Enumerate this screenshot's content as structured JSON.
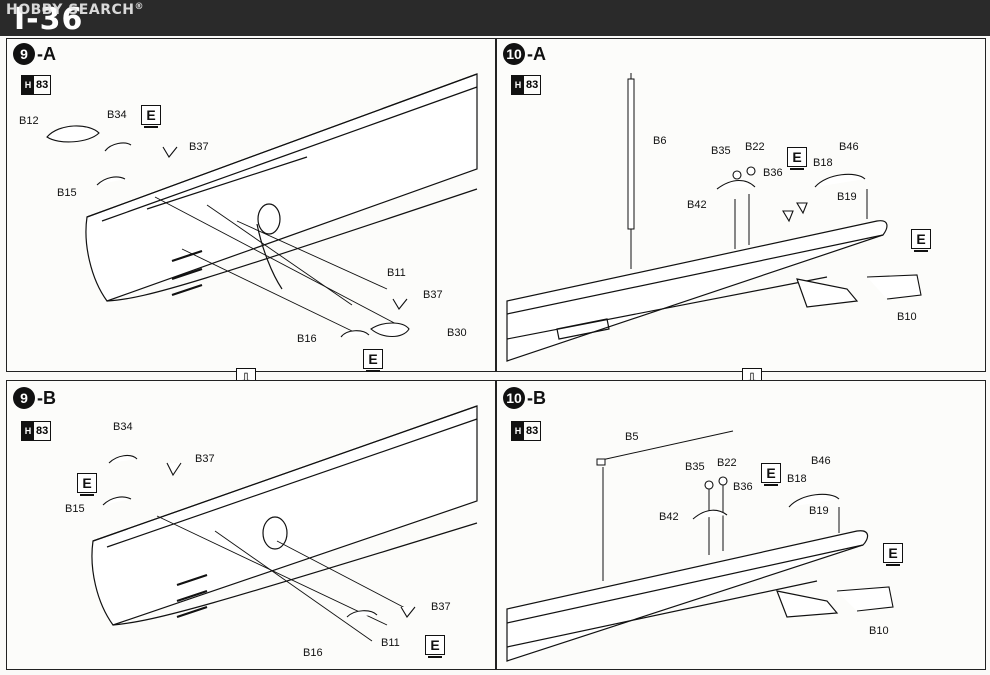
{
  "header": {
    "title": "I-36",
    "watermark": "HOBBY SEARCH",
    "watermark_mark": "®"
  },
  "paint_ref": "83",
  "paint_prefix": "H",
  "panels": {
    "p9a": {
      "step_num": "9",
      "step_suffix": "-A",
      "labels": {
        "b12": "B12",
        "b34": "B34",
        "b37a": "B37",
        "b15": "B15",
        "b11": "B11",
        "b37b": "B37",
        "b16": "B16",
        "b30": "B30"
      }
    },
    "p10a": {
      "step_num": "10",
      "step_suffix": "-A",
      "labels": {
        "b6": "B6",
        "b35": "B35",
        "b22": "B22",
        "b18": "B18",
        "b46": "B46",
        "b36": "B36",
        "b19": "B19",
        "b42": "B42",
        "b10": "B10"
      }
    },
    "p9b": {
      "step_num": "9",
      "step_suffix": "-B",
      "labels": {
        "b34": "B34",
        "b37a": "B37",
        "b15": "B15",
        "b37b": "B37",
        "b16": "B16",
        "b11": "B11"
      }
    },
    "p10b": {
      "step_num": "10",
      "step_suffix": "-B",
      "labels": {
        "b5": "B5",
        "b35": "B35",
        "b22": "B22",
        "b18": "B18",
        "b46": "B46",
        "b36": "B36",
        "b19": "B19",
        "b42": "B42",
        "b10": "B10"
      }
    }
  },
  "e_mark": "E",
  "colors": {
    "ink": "#111111",
    "topbar": "#2a2a2a"
  }
}
